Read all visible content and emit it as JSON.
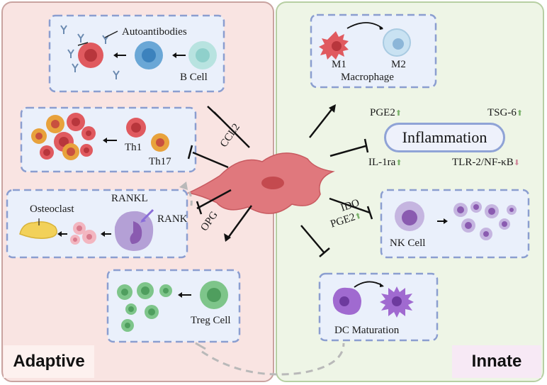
{
  "panels": {
    "adaptive": "Adaptive",
    "innate": "Innate"
  },
  "labels": {
    "autoantibodies": "Autoantibodies",
    "b_cell": "B Cell",
    "ccl2": "CCL2",
    "th1": "Th1",
    "th17": "Th17",
    "opg": "OPG",
    "rankl": "RANKL",
    "rank": "RANK",
    "osteoclast": "Osteoclast",
    "treg_cell": "Treg Cell",
    "m1": "M1",
    "m2": "M2",
    "macrophage": "Macrophage",
    "pge2_top": "PGE2",
    "tsg6": "TSG-6",
    "inflammation": "Inflammation",
    "il1ra": "IL-1ra",
    "tlr_nfkb": "TLR-2/NF-κB",
    "ido": "IDO",
    "pge2_nk": "PGE2",
    "nk_cell": "NK Cell",
    "dc_maturation": "DC Maturation"
  },
  "colors": {
    "adaptive_bg": "#f9e4e2",
    "adaptive_border": "#c9a3a0",
    "innate_bg": "#eef5e6",
    "innate_border": "#b7cfa3",
    "box_border": "#8b9ed0",
    "box_bg": "#eaf0fb",
    "msc": "#e0787d",
    "up_arrow": "#7ab26b",
    "down_arrow": "#d08a9c"
  }
}
